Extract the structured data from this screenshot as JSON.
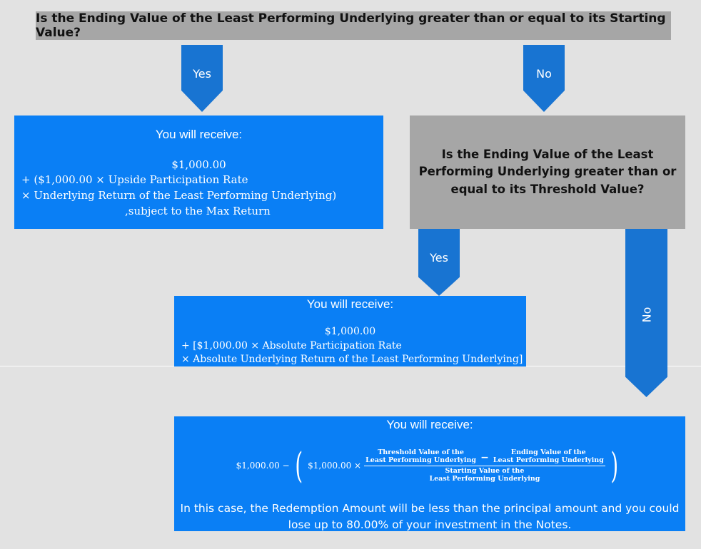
{
  "top_question": "Is the Ending Value of the Least Performing Underlying greater than or equal to its Starting Value?",
  "arrows": {
    "yes": "Yes",
    "no": "No"
  },
  "box1": {
    "heading": "You will receive:",
    "lines": [
      "$1,000.00",
      "+ ($1,000.00 × Upside Participation Rate",
      "× Underlying Return of the Least Performing Underlying)",
      ",subject to the Max Return"
    ]
  },
  "right_question": "Is the Ending Value of the Least Performing Underlying greater than or equal to its Threshold Value?",
  "box2": {
    "heading": "You will receive:",
    "lines": [
      "$1,000.00",
      "+ [$1,000.00 × Absolute Participation Rate",
      "× Absolute Underlying Return of the Least Performing Underlying]"
    ]
  },
  "box3": {
    "heading": "You will receive:",
    "formula": {
      "base": "$1,000.00 −",
      "mult": "$1,000.00 ×",
      "num_left_1": "Threshold Value of the",
      "num_left_2": "Least Performing Underlying",
      "minus": "−",
      "num_right_1": "Ending Value of the",
      "num_right_2": "Least Performing Underlying",
      "den_1": "Starting Value of the",
      "den_2": "Least Performing Underlying"
    },
    "note_1": "In this case, the Redemption Amount will be less than the principal amount and you could",
    "note_2": "lose up to 80.00% of your investment in the Notes."
  },
  "colors": {
    "blue_box": "#0a7ff5",
    "arrow": "#1874d2",
    "gray_box": "#a6a6a6",
    "background": "#e2e2e2"
  }
}
